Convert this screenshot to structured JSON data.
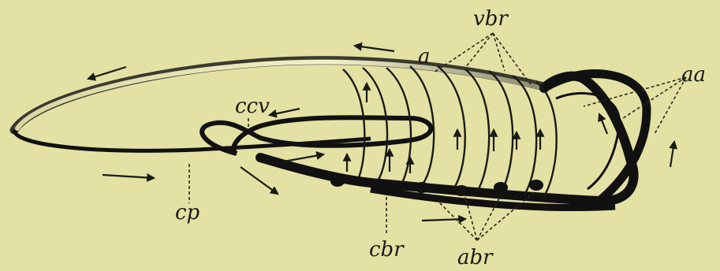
{
  "figure": {
    "background": "#e4e1a4",
    "ink": "#111111",
    "labels": {
      "a": "a",
      "vbr": "vbr",
      "aa": "aa",
      "ccv": "ccv",
      "cp": "cp",
      "cbr": "cbr",
      "abr": "abr"
    }
  }
}
